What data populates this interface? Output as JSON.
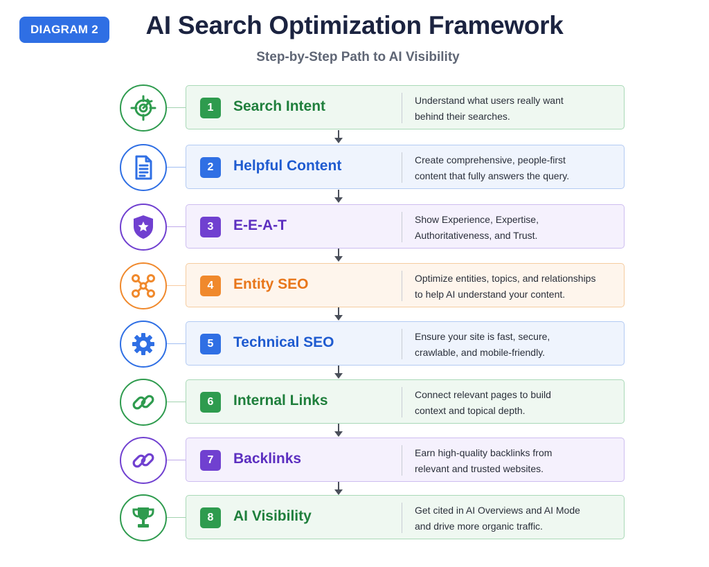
{
  "badge": "DIAGRAM 2",
  "title": "AI Search Optimization Framework",
  "subtitle": "Step-by-Step Path to AI Visibility",
  "steps": [
    {
      "num": "1",
      "label": "Search Intent",
      "desc1": "Understand what users really want",
      "desc2": "behind their searches.",
      "icon": "target-icon",
      "color": "#2e9b4e"
    },
    {
      "num": "2",
      "label": "Helpful Content",
      "desc1": "Create comprehensive, people-first",
      "desc2": "content that fully answers the query.",
      "icon": "document-icon",
      "color": "#2f6fe4"
    },
    {
      "num": "3",
      "label": "E-E-A-T",
      "desc1": "Show Experience, Expertise,",
      "desc2": "Authoritativeness, and Trust.",
      "icon": "shield-star-icon",
      "color": "#7040d0"
    },
    {
      "num": "4",
      "label": "Entity SEO",
      "desc1": "Optimize entities, topics, and relationships",
      "desc2": "to help AI understand your content.",
      "icon": "network-icon",
      "color": "#f0892c"
    },
    {
      "num": "5",
      "label": "Technical SEO",
      "desc1": "Ensure your site is fast, secure,",
      "desc2": "crawlable, and mobile-friendly.",
      "icon": "gear-icon",
      "color": "#2f6fe4"
    },
    {
      "num": "6",
      "label": "Internal Links",
      "desc1": "Connect relevant pages to build",
      "desc2": "context and topical depth.",
      "icon": "link-icon",
      "color": "#2e9b4e"
    },
    {
      "num": "7",
      "label": "Backlinks",
      "desc1": "Earn high-quality backlinks from",
      "desc2": "relevant and trusted websites.",
      "icon": "link-icon",
      "color": "#7040d0"
    },
    {
      "num": "8",
      "label": "AI Visibility",
      "desc1": "Get cited in AI Overviews and AI Mode",
      "desc2": "and drive more organic traffic.",
      "icon": "trophy-icon",
      "color": "#2e9b4e"
    }
  ]
}
